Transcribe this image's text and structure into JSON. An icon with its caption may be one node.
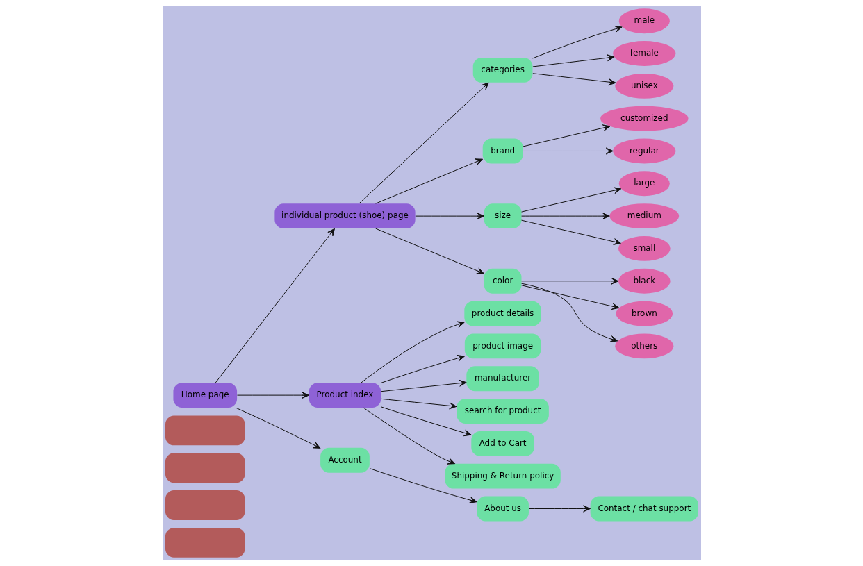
{
  "diagram": {
    "nodes": [
      {
        "text": [],
        "shape": "box"
      },
      {
        "text": [],
        "shape": "box"
      },
      {
        "text": [],
        "shape": "box"
      },
      {
        "text": [],
        "shape": "box"
      },
      {
        "text": [
          "individual product (shoe) page"
        ]
      },
      {
        "text": [
          "Home page"
        ]
      },
      {
        "text": [
          "Product index"
        ]
      },
      {
        "text": [
          "categories"
        ]
      },
      {
        "text": [
          "brand"
        ]
      },
      {
        "text": [
          "size"
        ]
      },
      {
        "text": [
          "color"
        ]
      },
      {
        "text": [
          "male"
        ]
      },
      {
        "text": [
          "female"
        ]
      },
      {
        "text": [
          "unisex"
        ]
      },
      {
        "text": [
          "customized"
        ]
      },
      {
        "text": [
          "regular"
        ]
      },
      {
        "text": [
          "large"
        ]
      },
      {
        "text": [
          "medium"
        ]
      },
      {
        "text": [
          "small"
        ]
      },
      {
        "text": [
          "black"
        ]
      },
      {
        "text": [
          "brown"
        ]
      },
      {
        "text": [
          "others"
        ]
      },
      {
        "text": [
          "Account"
        ]
      },
      {
        "text": [
          "About us"
        ]
      },
      {
        "text": [
          "Contact / chat support"
        ]
      },
      {
        "text": [
          "product details"
        ]
      },
      {
        "text": [
          "product image"
        ]
      },
      {
        "text": [
          "manufacturer"
        ]
      },
      {
        "text": [
          "search for product"
        ]
      },
      {
        "text": [
          "Add to Cart"
        ]
      },
      {
        "text": [
          "Shipping & Return policy"
        ]
      }
    ],
    "edges": [
      {
        "from": 5,
        "to": 4,
        "arrow": "to"
      },
      {
        "from": 5,
        "to": 6,
        "arrow": "to"
      },
      {
        "from": 5,
        "to": 22,
        "arrow": "to"
      },
      {
        "from": 22,
        "to": 23,
        "arrow": "to"
      },
      {
        "from": 23,
        "to": 24,
        "arrow": "to"
      },
      {
        "from": 4,
        "to": 7,
        "arrow": "to"
      },
      {
        "from": 4,
        "to": 8,
        "arrow": "to"
      },
      {
        "from": 4,
        "to": 9,
        "arrow": "to"
      },
      {
        "from": 4,
        "to": 10,
        "arrow": "to"
      },
      {
        "from": 7,
        "to": 11,
        "arrow": "to"
      },
      {
        "from": 7,
        "to": 12,
        "arrow": "to"
      },
      {
        "from": 7,
        "to": 13,
        "arrow": "to"
      },
      {
        "from": 8,
        "to": 14,
        "arrow": "to"
      },
      {
        "from": 8,
        "to": 15,
        "arrow": "to"
      },
      {
        "from": 9,
        "to": 16,
        "arrow": "to"
      },
      {
        "from": 9,
        "to": 17,
        "arrow": "to"
      },
      {
        "from": 9,
        "to": 18,
        "arrow": "to"
      },
      {
        "from": 10,
        "to": 19,
        "arrow": "to"
      },
      {
        "from": 10,
        "to": 20,
        "arrow": "to"
      },
      {
        "from": 10,
        "to": 21,
        "arrow": "to"
      },
      {
        "from": 6,
        "to": 25,
        "arrow": "to"
      },
      {
        "from": 6,
        "to": 26,
        "arrow": "to"
      },
      {
        "from": 6,
        "to": 27,
        "arrow": "to"
      },
      {
        "from": 6,
        "to": 28,
        "arrow": "to"
      },
      {
        "from": 6,
        "to": 29,
        "arrow": "to"
      },
      {
        "from": 6,
        "to": 30,
        "arrow": "to"
      }
    ]
  }
}
